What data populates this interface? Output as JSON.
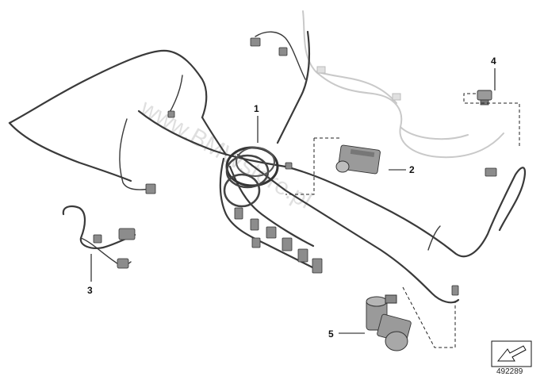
{
  "diagram": {
    "callouts": [
      {
        "label": "1"
      },
      {
        "label": "2"
      },
      {
        "label": "3"
      },
      {
        "label": "4"
      },
      {
        "label": "5"
      }
    ],
    "watermark": "www.BMWstore.pl",
    "diagram_number": "492289",
    "orientation_icon": "front-direction-arrow-icon"
  }
}
